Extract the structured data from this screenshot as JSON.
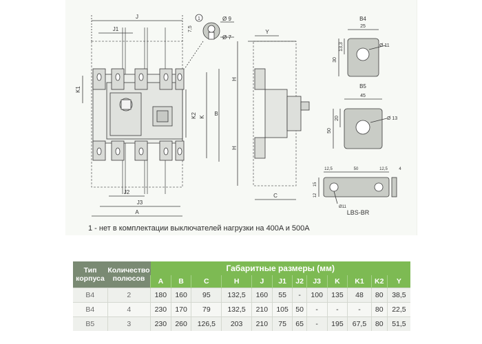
{
  "drawing": {
    "dim_labels": {
      "J": "J",
      "J1": "J1",
      "J2": "J2",
      "J3": "J3",
      "A": "A",
      "B": "B",
      "C": "C",
      "H_top": "H",
      "H_bottom": "H",
      "K": "K",
      "K1": "K1",
      "K2": "K2",
      "Y": "Y",
      "d9": "Ø 9",
      "d7": "Ø 7",
      "d7_5": "7,5",
      "callout": "1"
    },
    "b4": {
      "title": "B4",
      "w": "25",
      "h1": "30",
      "h2": "13,3",
      "hole": "Ø 11"
    },
    "b5": {
      "title": "B5",
      "w": "45",
      "h1": "50",
      "h2": "20",
      "hole": "Ø 13"
    },
    "lbs": {
      "title": "LBS-BR",
      "d_left": "12,5",
      "d_mid": "50",
      "d_right": "12,5",
      "t": "4",
      "h": "15",
      "h2": "12",
      "hole": "Ø11"
    }
  },
  "note": "1 - нет в комплектации выключателей нагрузки на 400A и 500A",
  "table": {
    "col_type": "Тип корпуса",
    "col_poles": "Количество полюсов",
    "group_title": "Габаритные размеры (мм)",
    "columns": [
      "A",
      "B",
      "C",
      "H",
      "J",
      "J1",
      "J2",
      "J3",
      "K",
      "K1",
      "K2",
      "Y"
    ],
    "rows": [
      {
        "type": "B4",
        "poles": "2",
        "values": [
          "180",
          "160",
          "95",
          "132,5",
          "160",
          "55",
          "-",
          "100",
          "135",
          "48",
          "80",
          "38,5"
        ]
      },
      {
        "type": "B4",
        "poles": "4",
        "values": [
          "230",
          "170",
          "79",
          "132,5",
          "210",
          "105",
          "50",
          "-",
          "-",
          "-",
          "80",
          "22,5"
        ]
      },
      {
        "type": "B5",
        "poles": "3",
        "values": [
          "230",
          "260",
          "126,5",
          "203",
          "210",
          "75",
          "65",
          "-",
          "195",
          "67,5",
          "80",
          "51,5"
        ]
      }
    ]
  },
  "colors": {
    "header_green": "#7dba53",
    "header_gray": "#7a8a73",
    "panel_bg": "#f7f9f5",
    "line": "#3a3a3a"
  }
}
